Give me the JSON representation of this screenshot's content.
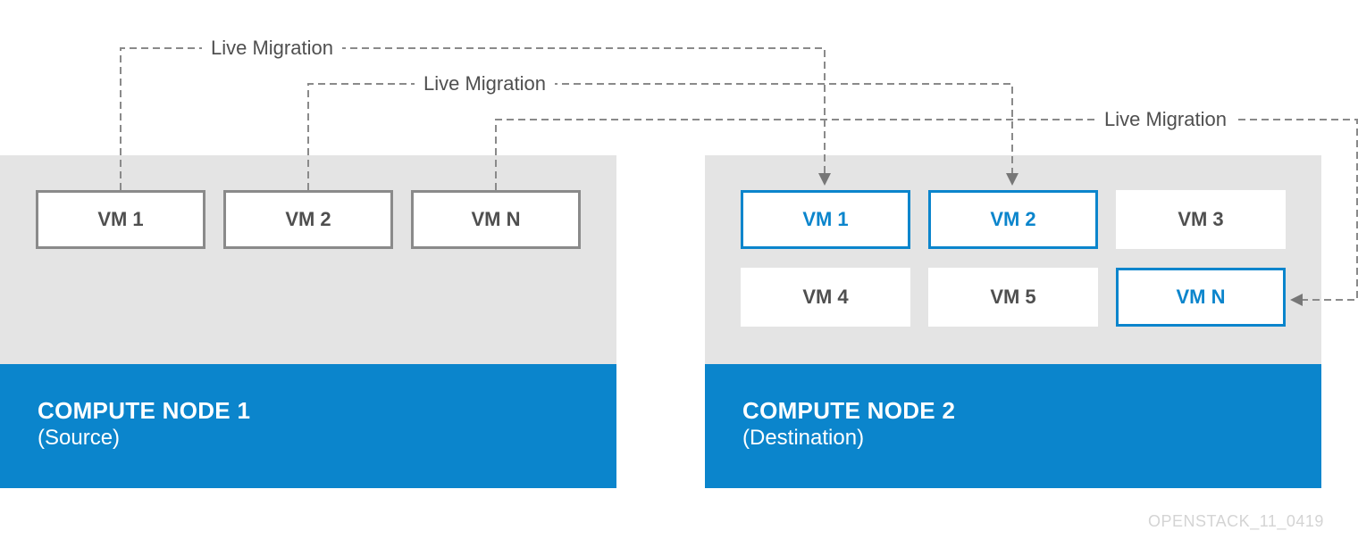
{
  "migration_label": "Live Migration",
  "source_node": {
    "title": "COMPUTE NODE 1",
    "subtitle": "(Source)",
    "vms": [
      "VM 1",
      "VM 2",
      "VM N"
    ]
  },
  "destination_node": {
    "title": "COMPUTE NODE 2",
    "subtitle": "(Destination)",
    "vms": [
      "VM 1",
      "VM 2",
      "VM 3",
      "VM 4",
      "VM 5",
      "VM N"
    ]
  },
  "watermark": "OPENSTACK_11_0419",
  "colors": {
    "accent_blue": "#0b85cc",
    "node_gray": "#e4e4e4",
    "border_gray": "#8a8a8a",
    "text_gray": "#4f4f4f"
  }
}
